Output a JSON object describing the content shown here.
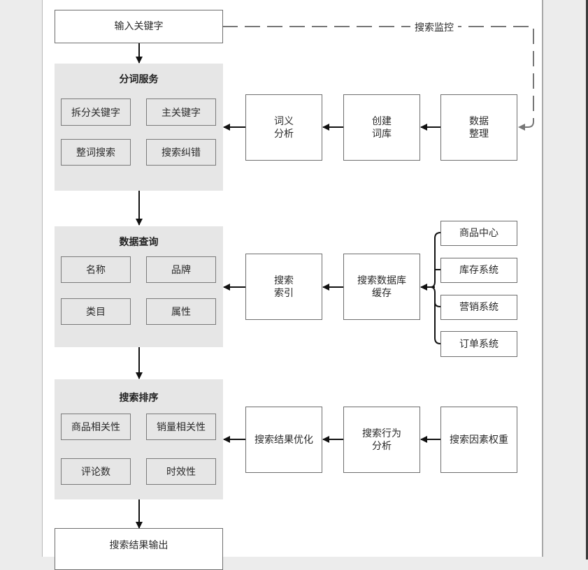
{
  "diagram": {
    "input": "输入关键字",
    "monitor_label": "搜索监控",
    "output": "搜索结果输出",
    "panels": [
      {
        "title": "分词服务",
        "items": [
          "拆分关键字",
          "主关键字",
          "整词搜索",
          "搜索纠错"
        ],
        "pipeline": [
          "词义\n分析",
          "创建\n词库",
          "数据\n整理"
        ]
      },
      {
        "title": "数据查询",
        "items": [
          "名称",
          "品牌",
          "类目",
          "属性"
        ],
        "pipeline": [
          "搜索\n索引",
          "搜索数据库\n缓存"
        ],
        "sources": [
          "商品中心",
          "库存系统",
          "营销系统",
          "订单系统"
        ]
      },
      {
        "title": "搜索排序",
        "items": [
          "商品相关性",
          "销量相关性",
          "评论数",
          "时效性"
        ],
        "pipeline": [
          "搜索结果优化",
          "搜索行为\n分析",
          "搜索因素权重"
        ]
      }
    ],
    "colors": {
      "panel_bg": "#e6e6e6",
      "border": "#6e6e6e",
      "arrow": "#111111",
      "dashed": "#777777"
    }
  }
}
